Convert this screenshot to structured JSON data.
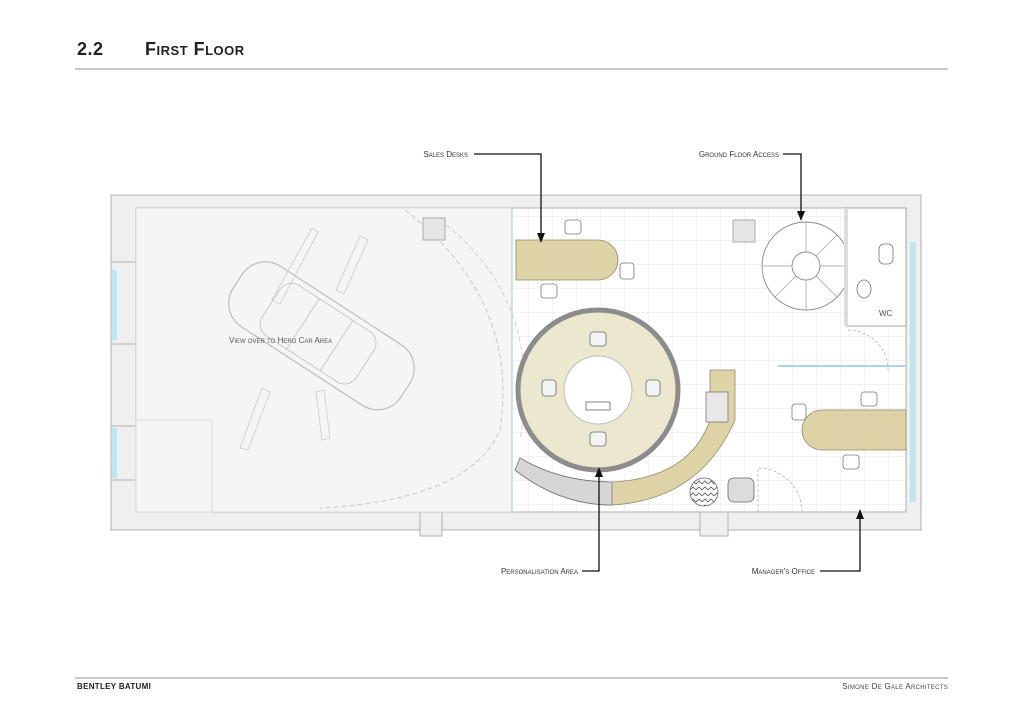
{
  "header": {
    "section_number": "2.2",
    "title": "First Floor"
  },
  "annotations": {
    "sales_desks": "Sales Desks",
    "ground_floor_access": "Ground Floor Access",
    "personalisation_area": "Personalisation Area",
    "managers_office": "Manager's Office"
  },
  "room_labels": {
    "hero_car_view": "View over to Hero Car Area",
    "wc": "WC"
  },
  "footer": {
    "project": "BENTLEY BATUMI",
    "architect": "Simone De Gale Architects"
  },
  "colors": {
    "wall": "#efefef",
    "wall_outline": "#b0b0b0",
    "desk": "#ddd3a6",
    "rug": "#ece7cf",
    "ring": "#8c8c8c",
    "glass": "#bfe6ee",
    "grid": "#dcdcdc"
  }
}
